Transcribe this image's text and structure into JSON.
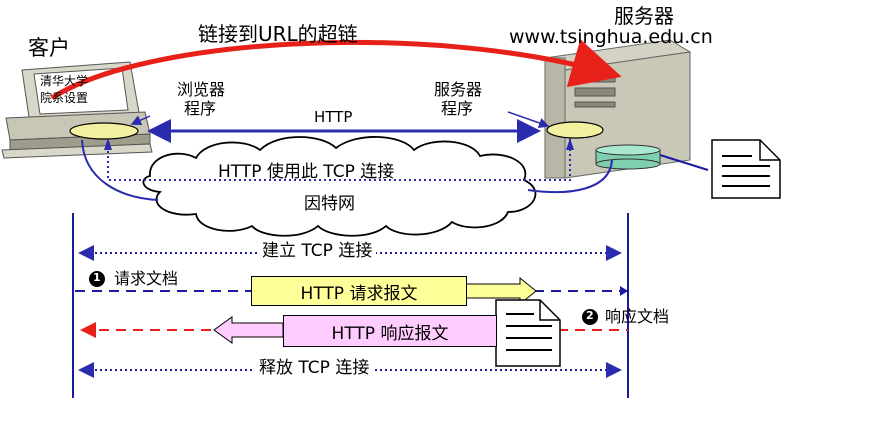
{
  "client": {
    "title": "客户",
    "screen_line1": "清华大学",
    "screen_line2": "院系设置",
    "browser_label_line1": "浏览器",
    "browser_label_line2": "程序"
  },
  "server": {
    "title": "服务器",
    "url": "www.tsinghua.edu.cn",
    "program_label_line1": "服务器",
    "program_label_line2": "程序"
  },
  "hyperlink_label": "链接到URL的超链",
  "http_label": "HTTP",
  "cloud": {
    "line1": "HTTP 使用此 TCP 连接",
    "line2": "因特网"
  },
  "steps": {
    "establish": "建立 TCP 连接",
    "request_num": "1",
    "request_label": "请求文档",
    "request_box": "HTTP 请求报文",
    "response_num": "2",
    "response_label": "响应文档",
    "response_box": "HTTP 响应报文",
    "release": "释放 TCP 连接"
  },
  "colors": {
    "red_arrow": "#e8201a",
    "blue_line": "#2b2bb0",
    "request_box": "#ffff99",
    "response_box": "#ffccff"
  }
}
